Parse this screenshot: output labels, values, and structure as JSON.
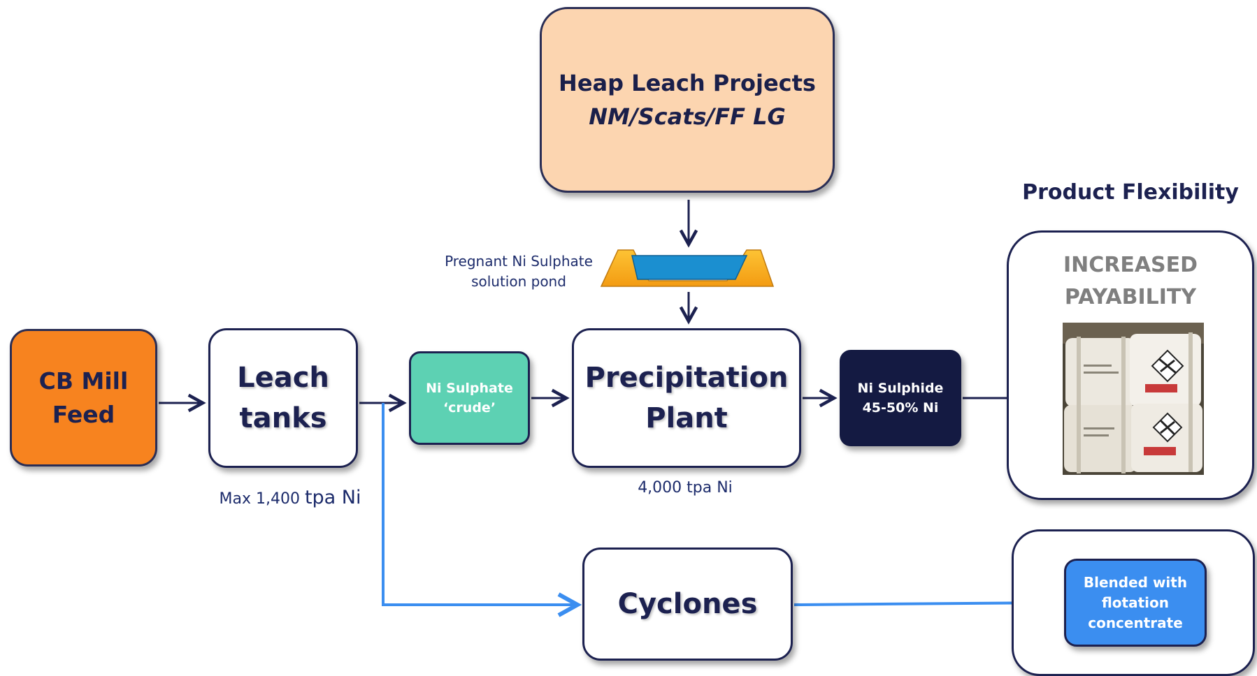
{
  "heap_leach": {
    "title": "Heap Leach Projects",
    "subtitle": "NM/Scats/FF LG"
  },
  "pond": {
    "label_line1": "Pregnant Ni Sulphate",
    "label_line2": "solution pond"
  },
  "nodes": {
    "cb_mill": {
      "line1": "CB Mill",
      "line2": "Feed"
    },
    "leach": {
      "line1": "Leach",
      "line2": "tanks",
      "caption_prefix": "Max 1,400",
      "caption_unit": "tpa Ni"
    },
    "crude": {
      "line1": "Ni Sulphate",
      "line2": "‘crude’"
    },
    "precipitation": {
      "line1": "Precipitation",
      "line2": "Plant",
      "caption": "4,000 tpa Ni"
    },
    "sulphide": {
      "line1": "Ni Sulphide",
      "line2": "45-50% Ni"
    },
    "cyclones": {
      "label": "Cyclones"
    },
    "blended": {
      "line1": "Blended with",
      "line2": "flotation",
      "line3": "concentrate"
    }
  },
  "product_flexibility": {
    "title": "Product Flexibility",
    "payability_line1": "INCREASED",
    "payability_line2": "PAYABILITY"
  },
  "colors": {
    "navy": "#1c2150",
    "orange": "#f7831f",
    "peach": "#fcd5b0",
    "teal": "#5dd1b3",
    "blue_arrow": "#3b8ef0",
    "dark_box": "#141a42",
    "grey_text": "#7f7f7f"
  }
}
